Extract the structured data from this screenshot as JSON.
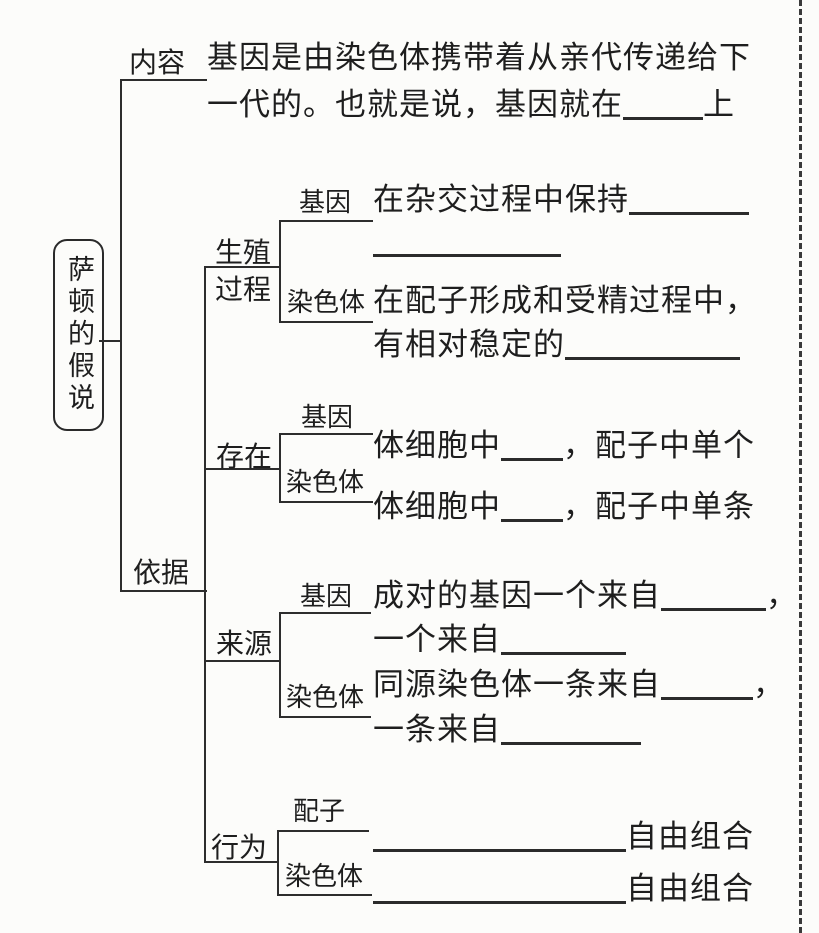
{
  "root_box": {
    "label": "萨顿的假说"
  },
  "content_branch": {
    "label": "内容",
    "line1": "基因是由染色体携带着从亲代传递给下",
    "line2_pre": "一代的。也就是说，基因就在",
    "line2_post": "上"
  },
  "basis_branch": {
    "label": "依据",
    "groups": [
      {
        "label_line1": "生殖",
        "label_line2": "过程",
        "gene_label": "基因",
        "gene_line1": "在杂交过程中保持",
        "chromosome_label": "染色体",
        "chromosome_line1": "在配子形成和受精过程中，",
        "chromosome_line2": "有相对稳定的"
      },
      {
        "label": "存在",
        "gene_label": "基因",
        "gene_pre": "体细胞中",
        "gene_post": "，配子中单个",
        "chromosome_label": "染色体",
        "chromosome_pre": "体细胞中",
        "chromosome_post": "，配子中单条"
      },
      {
        "label": "来源",
        "gene_label": "基因",
        "gene_line1": "成对的基因一个来自",
        "gene_line1_post": "，",
        "gene_line2": "一个来自",
        "chromosome_label": "染色体",
        "chromosome_line1": "同源染色体一条来自",
        "chromosome_line1_post": "，",
        "chromosome_line2": "一条来自"
      },
      {
        "label": "行为",
        "gamete_label": "配子",
        "gamete_post": "自由组合",
        "chromosome_label": "染色体",
        "chromosome_post": "自由组合"
      }
    ]
  },
  "colors": {
    "ink": "#1e1e1e",
    "line": "#2d2d2d",
    "background": "#fcfcfa"
  }
}
